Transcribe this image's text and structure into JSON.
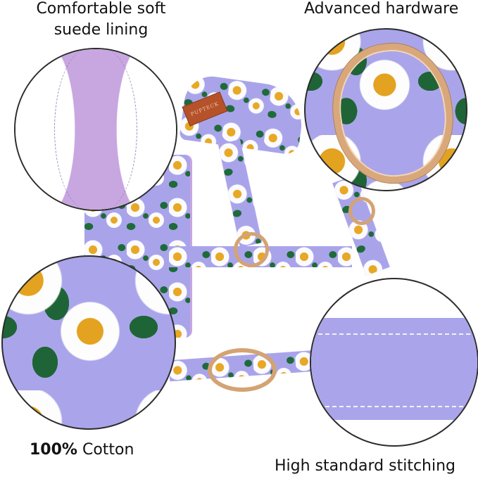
{
  "labels": {
    "suede": "Comfortable soft\nsuede lining",
    "suede_line1": "Comfortable soft",
    "suede_line2": "suede lining",
    "hardware": "Advanced hardware",
    "cotton_bold": "100%",
    "cotton_rest": " Cotton",
    "stitching": "High standard stitching"
  },
  "tag_text": "PUPTECK",
  "callouts": [
    {
      "name": "suede-lining-detail",
      "icon": "suede-fabric"
    },
    {
      "name": "hardware-detail",
      "icon": "metal-buckle"
    },
    {
      "name": "cotton-detail",
      "icon": "floral-fabric"
    },
    {
      "name": "stitching-detail",
      "icon": "stitched-strap"
    }
  ],
  "colors": {
    "lavender": "#aaa5ea",
    "suede": "#c8a6e0",
    "gold_hardware": "#d9a87a",
    "flower_center": "#e3a21f",
    "leaf": "#1f6437",
    "leather_tag": "#b5522a"
  }
}
